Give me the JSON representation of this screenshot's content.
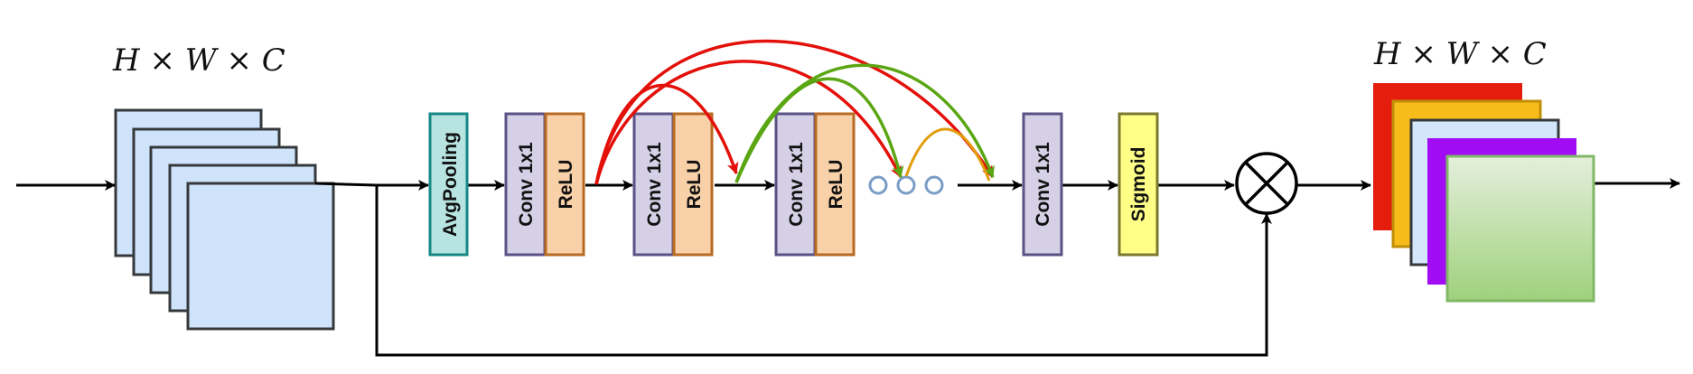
{
  "input_label": "H × W × C",
  "output_label": "H × W × C",
  "blocks": {
    "avgpool": "AvgPooling",
    "conv1": "Conv 1x1",
    "relu1": "ReLU",
    "conv2": "Conv 1x1",
    "relu2": "ReLU",
    "conv3": "Conv 1x1",
    "relu3": "ReLU",
    "conv_final": "Conv 1x1",
    "sigmoid": "Sigmoid"
  },
  "colors": {
    "input_fill": "#cfe3fb",
    "avgpool_fill": "#b7e4e1",
    "avgpool_stroke": "#158886",
    "conv_fill": "#d5d0e6",
    "conv_stroke": "#5a5285",
    "relu_fill": "#f9d1a9",
    "relu_stroke": "#b86a22",
    "sigmoid_fill": "#ffff88",
    "sigmoid_stroke": "#7b7830",
    "skip_red": "#e4100a",
    "skip_green": "#5aa613",
    "skip_orange": "#e19d0c",
    "out_red": "#e41d0c",
    "out_orange": "#f7bc1a",
    "out_blue": "#d4e6fa",
    "out_purple": "#a10cf5",
    "out_green": "#b3db95"
  }
}
